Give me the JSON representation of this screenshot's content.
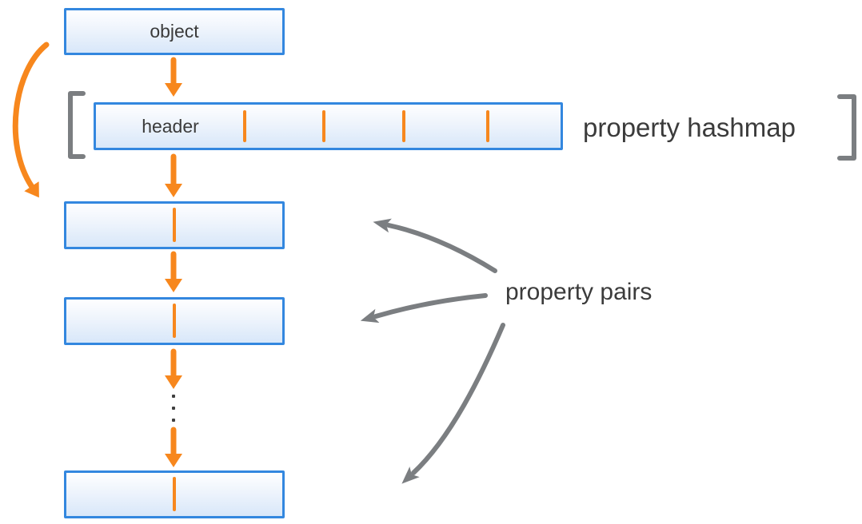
{
  "colors": {
    "accent_orange": "#F7871D",
    "box_border_blue": "#3387DF",
    "box_fill_top": "#FEFEFF",
    "box_fill_bottom": "#D8E7F9",
    "arrow_gray": "#7B7E81",
    "text_dark": "#3B3B3B"
  },
  "object_box": {
    "label": "object"
  },
  "hashmap": {
    "header_cell_label": "header",
    "caption": "property hashmap",
    "slot_divider_count": 4
  },
  "property_pairs": {
    "caption": "property pairs",
    "visible_box_count": 3,
    "ellipsis_dot_count": 3
  }
}
